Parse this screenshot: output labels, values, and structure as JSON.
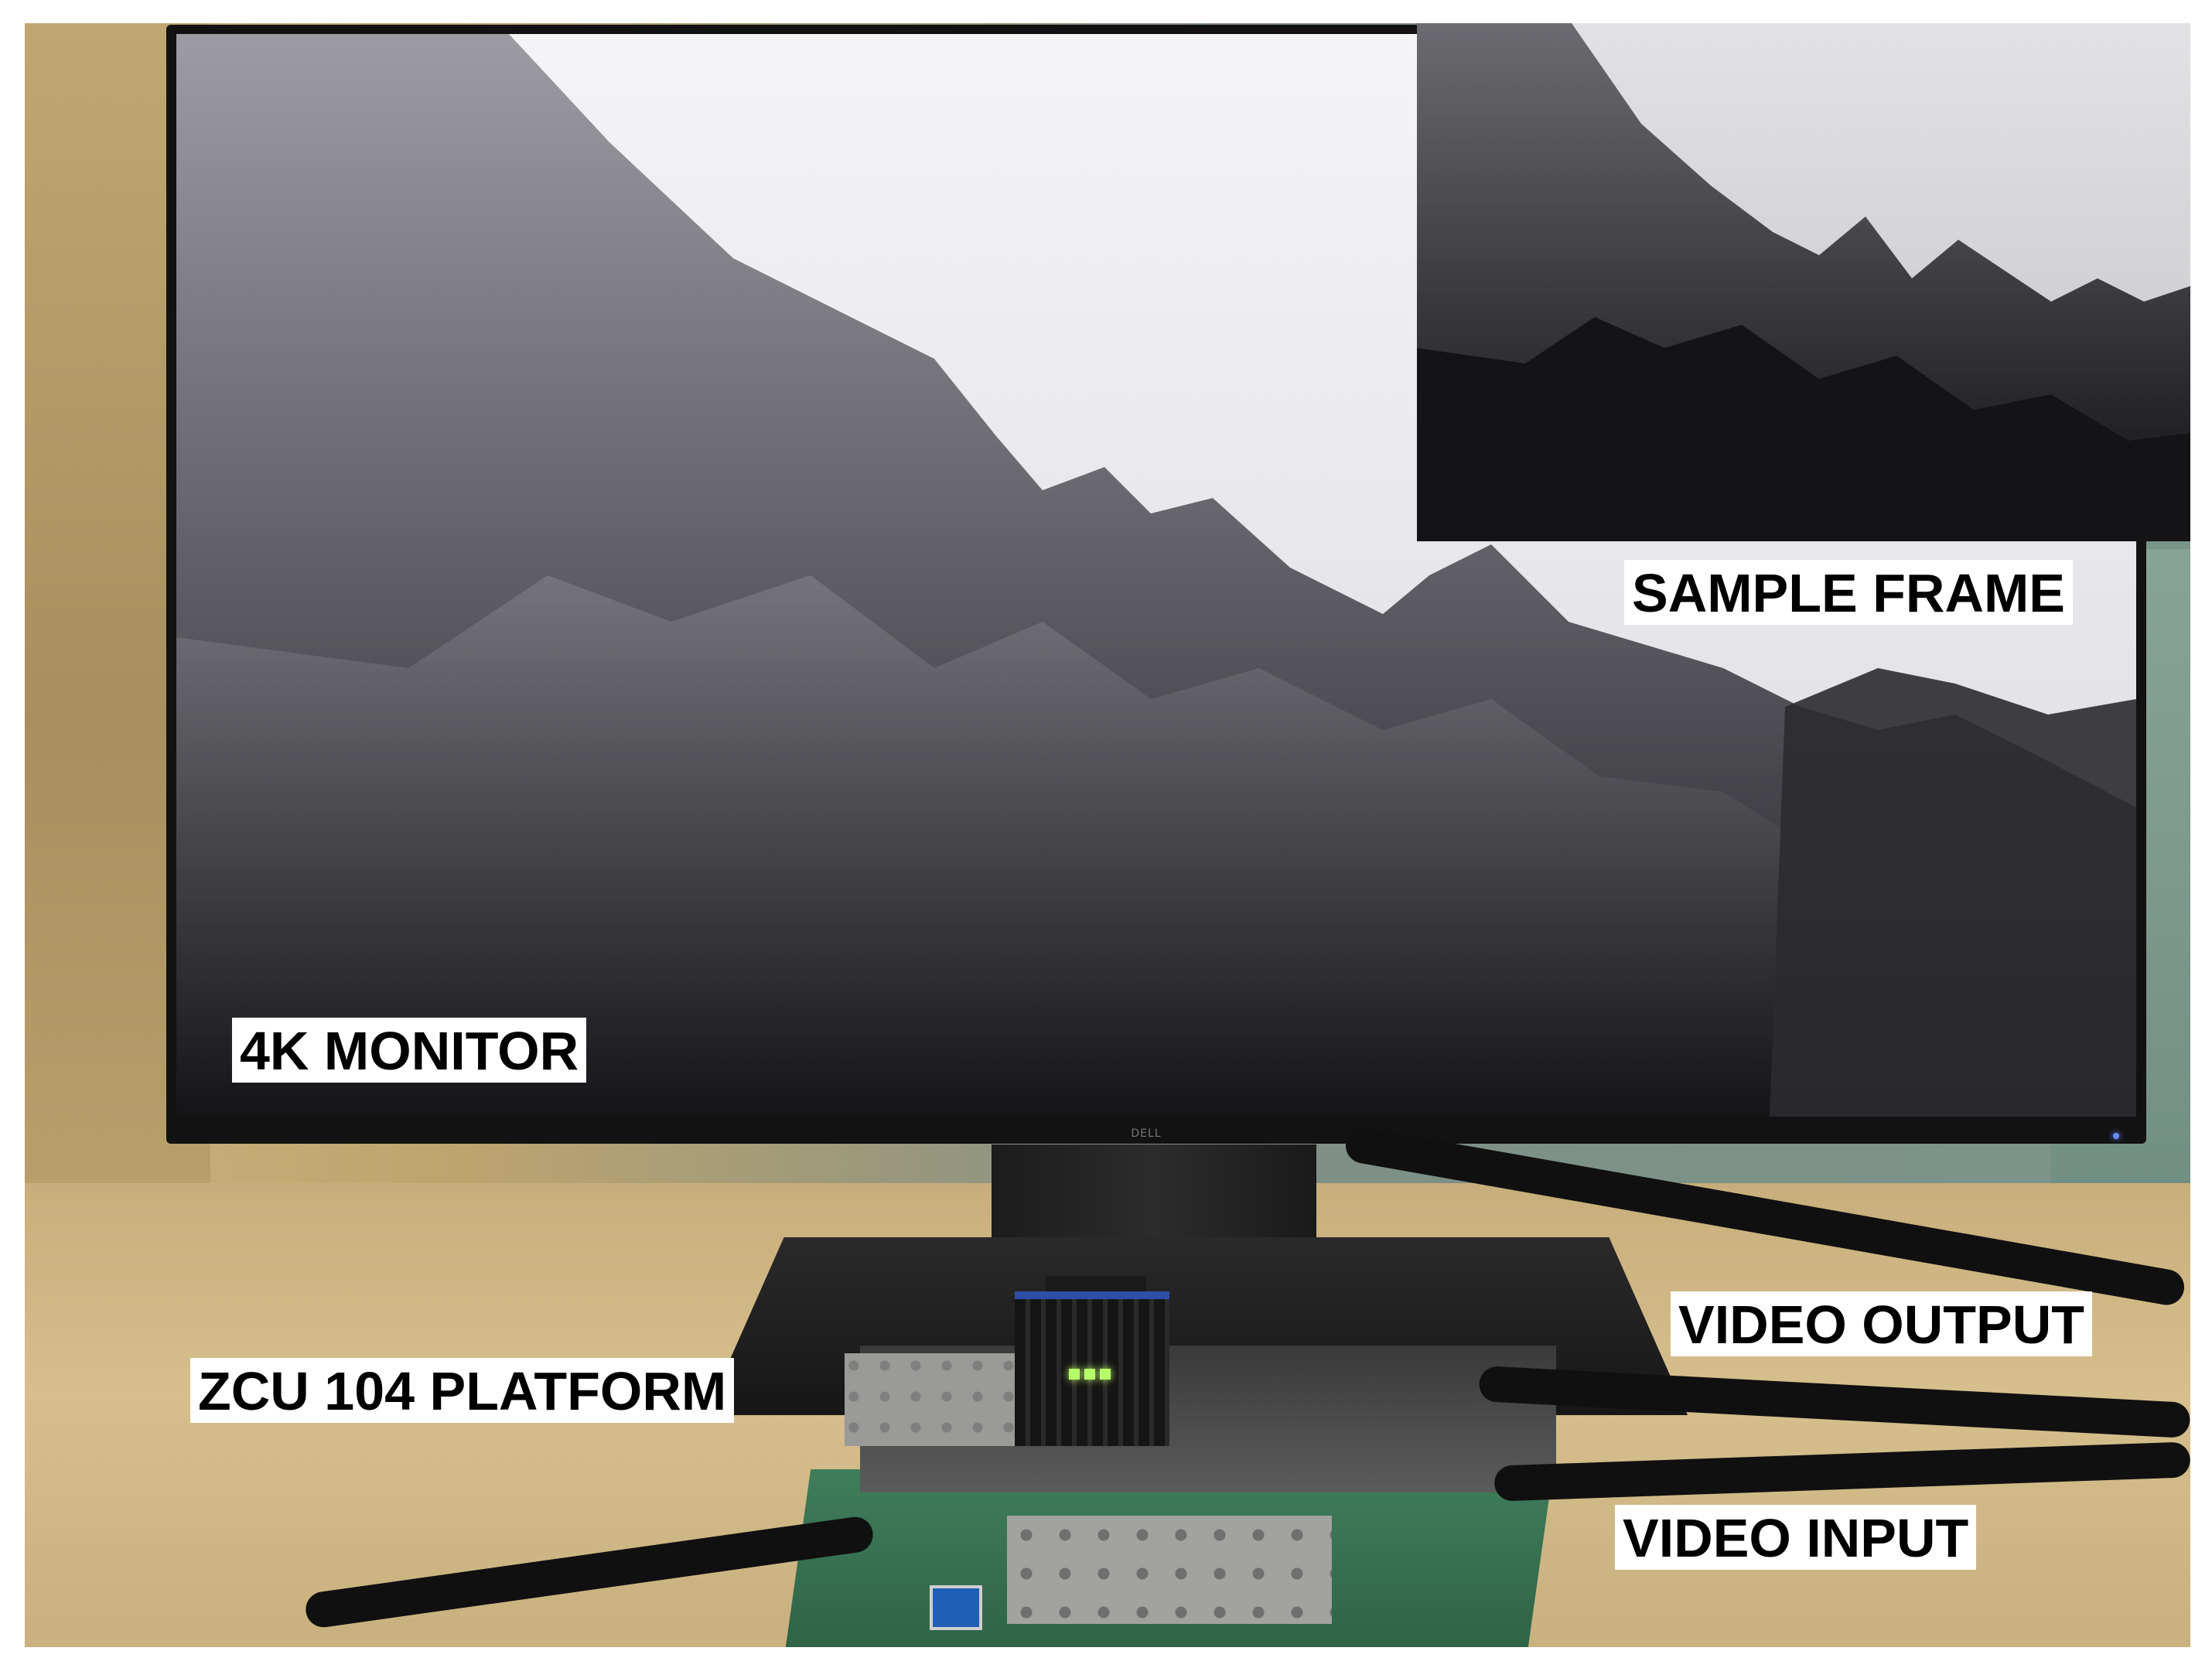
{
  "scene": {
    "description_labels": {
      "sample_frame": "SAMPLE FRAME",
      "monitor": "4K MONITOR",
      "platform": "ZCU 104 PLATFORM",
      "video_output": "VIDEO OUTPUT",
      "video_input": "VIDEO INPUT"
    },
    "monitor_brand": "DELL"
  },
  "colors": {
    "label_background": "#ffffff",
    "label_text": "#000000"
  }
}
